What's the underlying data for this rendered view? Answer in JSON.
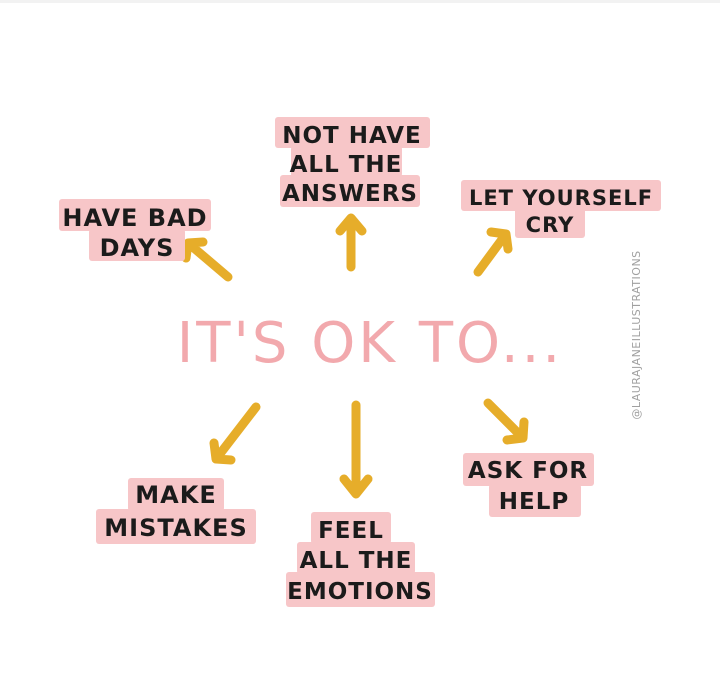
{
  "title": "IT'S OK TO...",
  "credit": "@LAURAJANEILLUSTRATIONS",
  "colors": {
    "highlight": "#f7c6c8",
    "arrow": "#e6ad2a",
    "title": "#f2a9ad",
    "ink": "#1b1b1b"
  },
  "items": [
    {
      "line1": "HAVE BAD",
      "line2": "DAYS"
    },
    {
      "line1": "NOT HAVE",
      "line2": "ALL THE",
      "line3": "ANSWERS"
    },
    {
      "line1": "LET YOURSELF",
      "line2": "CRY"
    },
    {
      "line1": "MAKE",
      "line2": "MISTAKES"
    },
    {
      "line1": "FEEL",
      "line2": "ALL THE",
      "line3": "EMOTIONS"
    },
    {
      "line1": "ASK FOR",
      "line2": "HELP"
    }
  ]
}
